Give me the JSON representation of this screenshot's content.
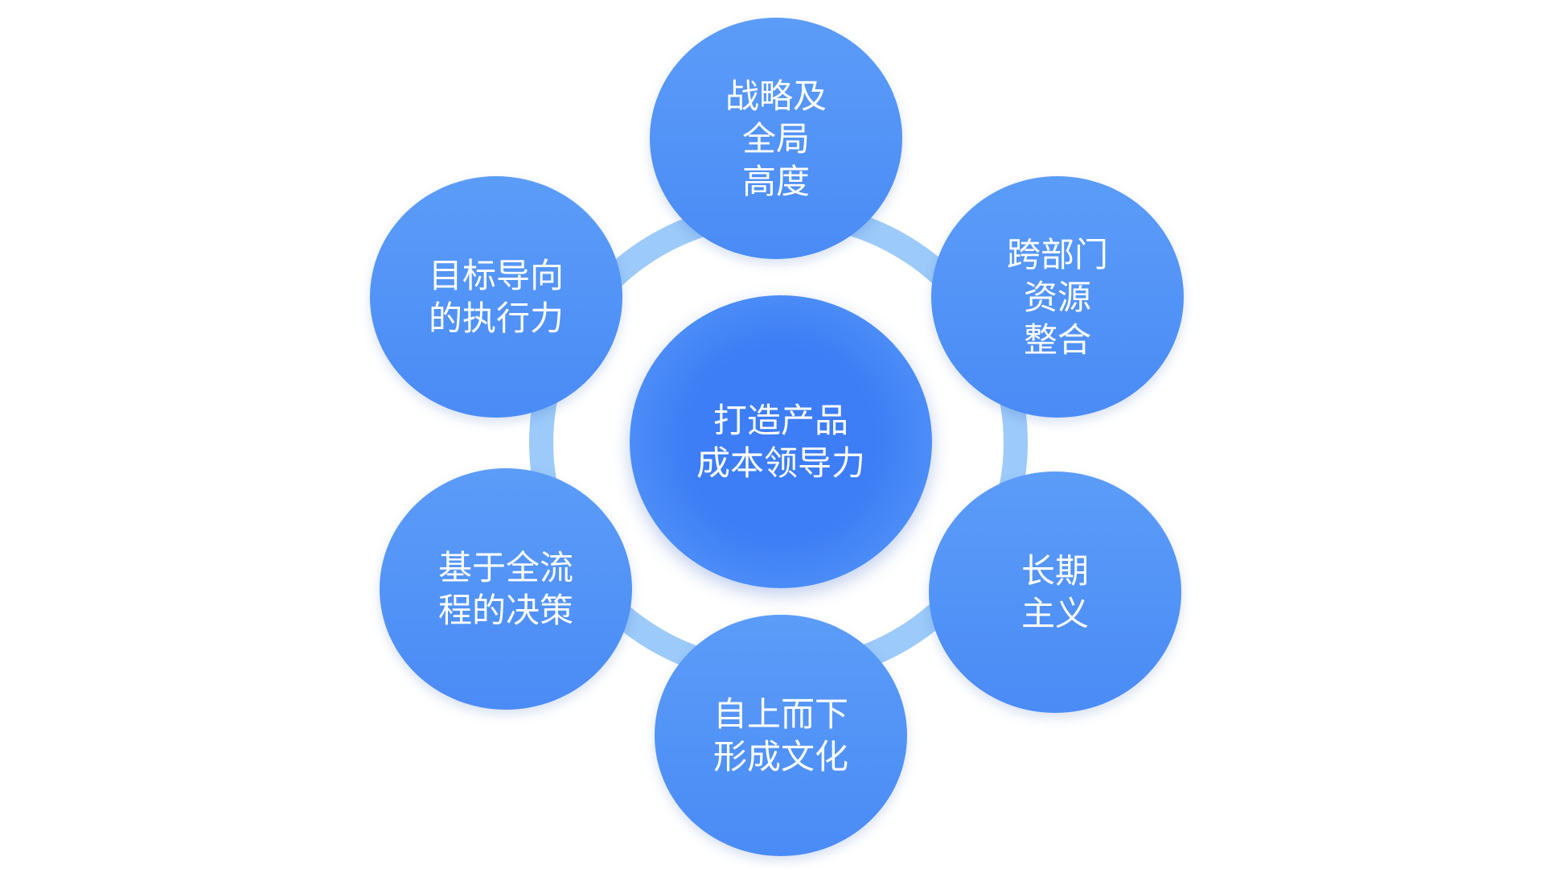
{
  "colors": {
    "ring": "#9ccafa",
    "outer_node_top": "#5b9cf8",
    "outer_node_bottom": "#4a8bf6",
    "center_inner": "#3d7df6",
    "center_outer": "#5b9ef9",
    "text": "#ffffff"
  },
  "center": {
    "lines": [
      "打造产品",
      "成本领导力"
    ]
  },
  "nodes": [
    {
      "id": "top",
      "lines": [
        "战略及",
        "全局",
        "高度"
      ]
    },
    {
      "id": "upright",
      "lines": [
        "跨部门",
        "资源",
        "整合"
      ]
    },
    {
      "id": "lowright",
      "lines": [
        "长期",
        "主义"
      ]
    },
    {
      "id": "bottom",
      "lines": [
        "自上而下",
        "形成文化"
      ]
    },
    {
      "id": "lowleft",
      "lines": [
        "基于全流",
        "程的决策"
      ]
    },
    {
      "id": "upleft",
      "lines": [
        "目标导向",
        "的执行力"
      ]
    }
  ]
}
